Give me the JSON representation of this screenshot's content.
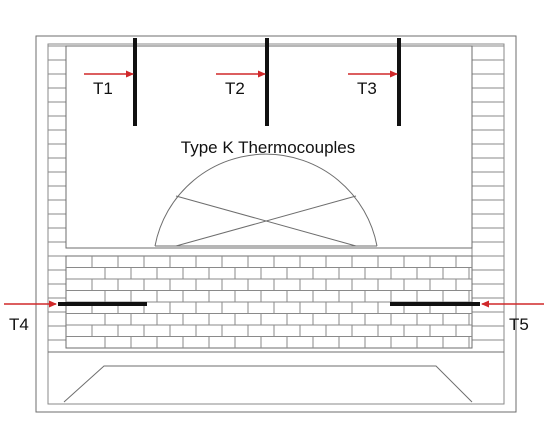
{
  "diagram": {
    "caption": "Type K Thermocouples",
    "colors": {
      "outline": "#6e6e6e",
      "probe": "#111111",
      "arrow": "#d0282a",
      "background": "#ffffff"
    },
    "sensors": [
      {
        "id": "T1",
        "label": "T1",
        "orientation": "vertical"
      },
      {
        "id": "T2",
        "label": "T2",
        "orientation": "vertical"
      },
      {
        "id": "T3",
        "label": "T3",
        "orientation": "vertical"
      },
      {
        "id": "T4",
        "label": "T4",
        "orientation": "horizontal"
      },
      {
        "id": "T5",
        "label": "T5",
        "orientation": "horizontal"
      }
    ]
  }
}
